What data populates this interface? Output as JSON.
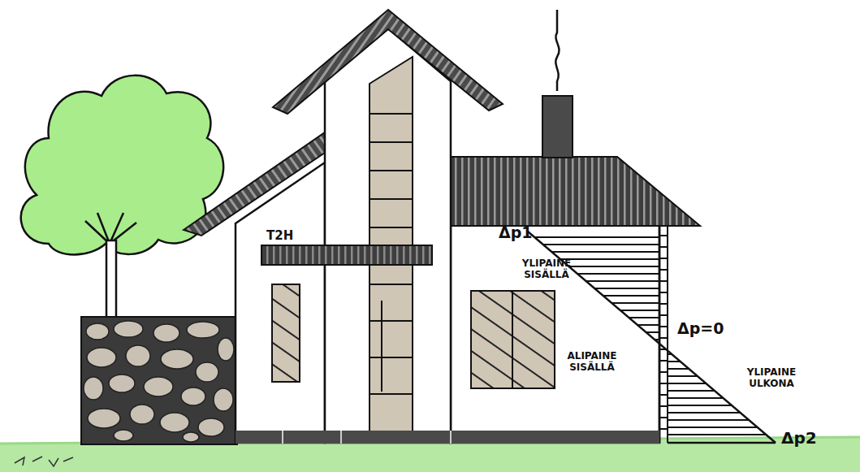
{
  "diagram": {
    "labels": [
      "T2H",
      "Δp1",
      "YLIPAINE SISÄLLÄ",
      "Δp=0",
      "ALIPAINE SISÄLLÄ",
      "YLIPAINE ULKONA",
      "Δp2"
    ]
  }
}
